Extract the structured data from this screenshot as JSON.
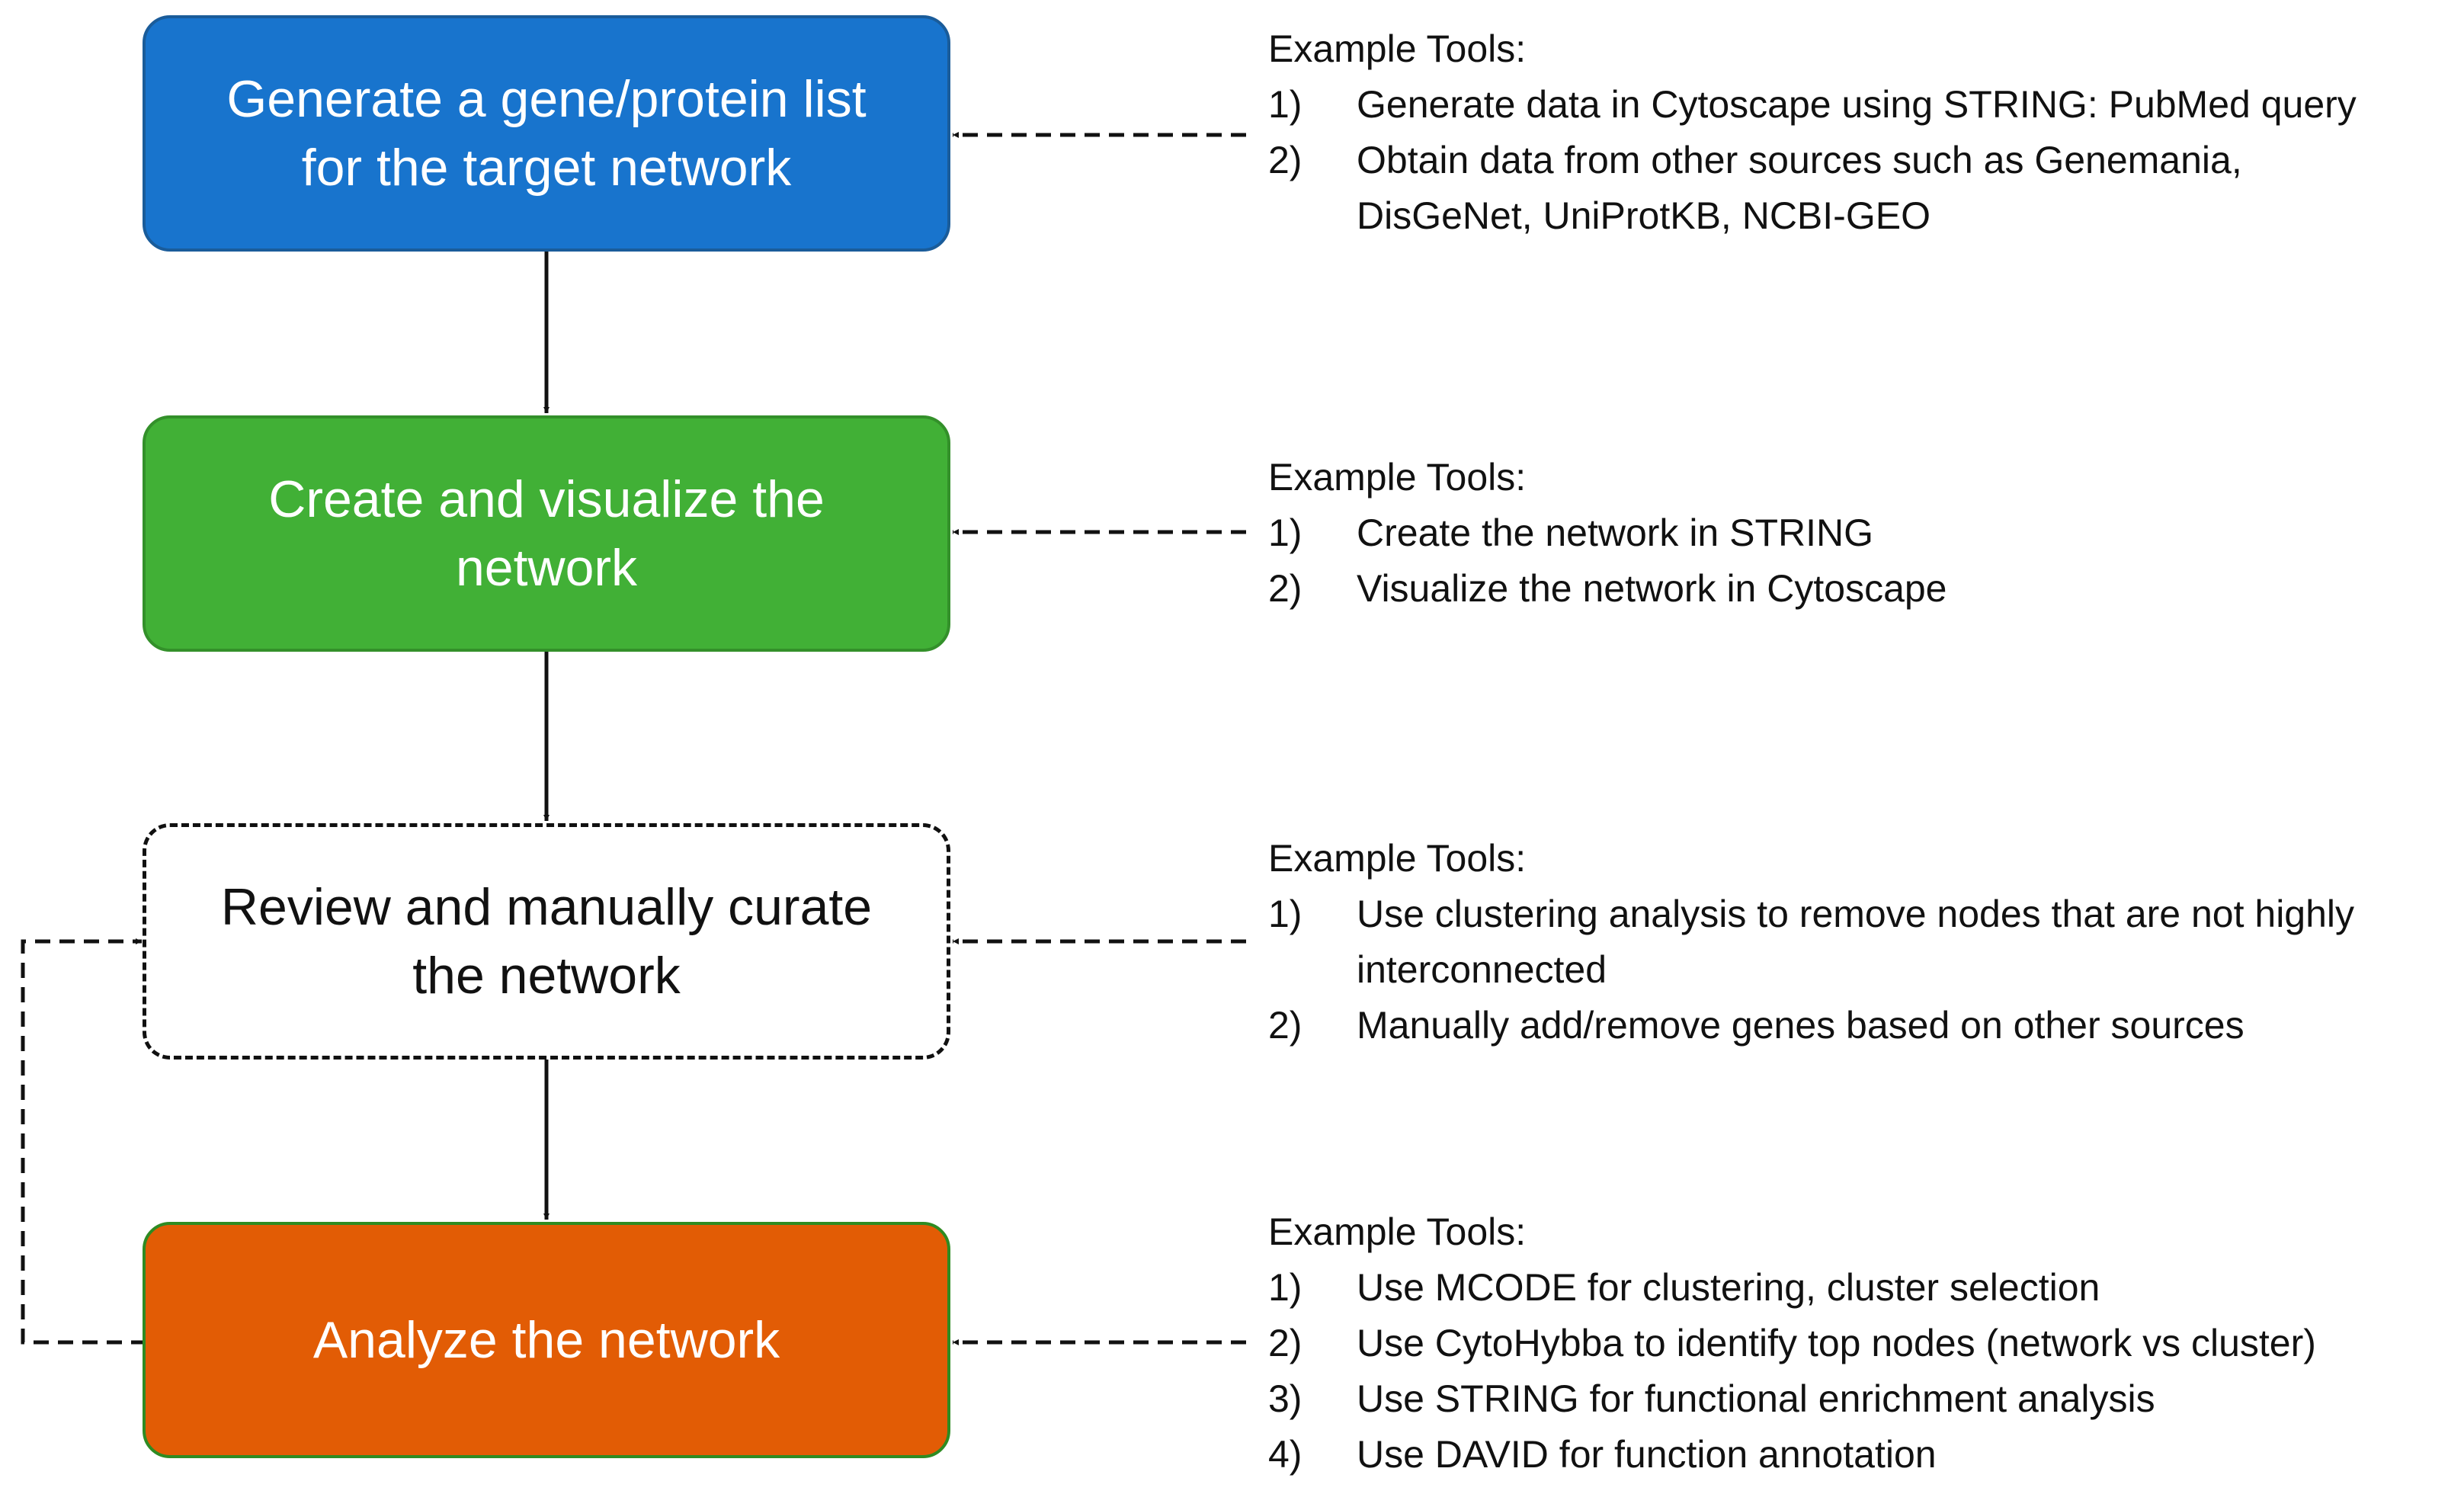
{
  "colors": {
    "step1": "#1874CD",
    "step1_border": "#1A5C9A",
    "step2": "#41B036",
    "step2_border": "#33902A",
    "step4": "#E25C05",
    "step4_border": "#2E8B22",
    "line": "#111111"
  },
  "steps": [
    {
      "label": "Generate a gene/protein list for the target network",
      "tools_title": "Example Tools:",
      "tools": [
        {
          "num": "1)",
          "text": "Generate data in Cytoscape using STRING: PubMed query"
        },
        {
          "num": "2)",
          "text": "Obtain data from other sources such as Genemania, DisGeNet, UniProtKB, NCBI-GEO"
        }
      ]
    },
    {
      "label": "Create and visualize the network",
      "tools_title": "Example Tools:",
      "tools": [
        {
          "num": "1)",
          "text": "Create the network in STRING"
        },
        {
          "num": "2)",
          "text": "Visualize the network in Cytoscape"
        }
      ]
    },
    {
      "label": "Review and manually curate the network",
      "tools_title": "Example Tools:",
      "tools": [
        {
          "num": "1)",
          "text": "Use clustering analysis to remove nodes that are not highly interconnected"
        },
        {
          "num": "2)",
          "text": "Manually add/remove genes based on other sources"
        }
      ]
    },
    {
      "label": "Analyze the network",
      "tools_title": "Example Tools:",
      "tools": [
        {
          "num": "1)",
          "text": "Use MCODE for clustering, cluster selection"
        },
        {
          "num": "2)",
          "text": "Use CytoHybba to identify top nodes (network vs cluster)"
        },
        {
          "num": "3)",
          "text": "Use STRING for functional enrichment analysis"
        },
        {
          "num": "4)",
          "text": "Use DAVID for function annotation"
        }
      ]
    }
  ]
}
